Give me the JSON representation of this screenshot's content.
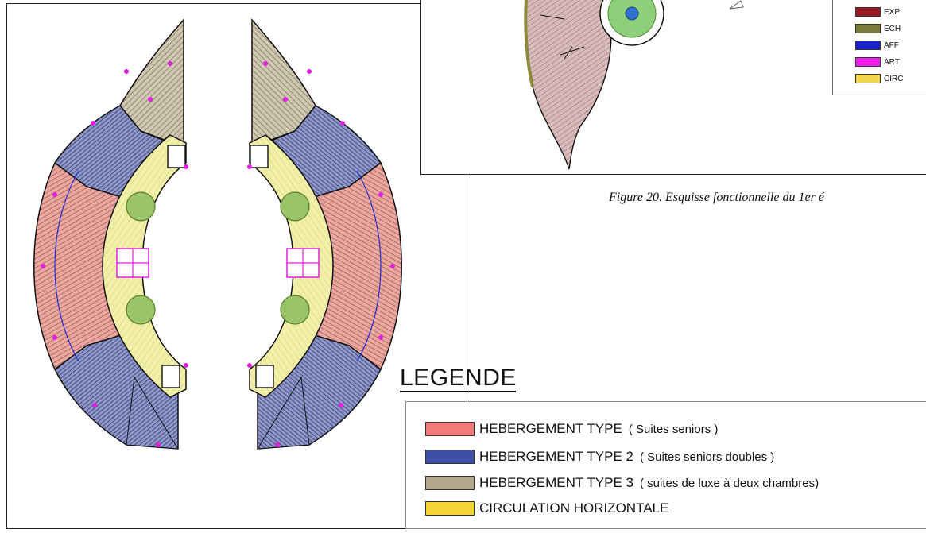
{
  "caption": "Figure 20. Esquisse fonctionnelle du 1er é",
  "legend": {
    "title": "LEGENDE",
    "items": [
      {
        "label": "HEBERGEMENT TYPE",
        "sub": "( Suites seniors )",
        "color": "#ef7b7b"
      },
      {
        "label": "HEBERGEMENT TYPE 2",
        "sub": "( Suites seniors doubles )",
        "color": "#3f4fa6"
      },
      {
        "label": "HEBERGEMENT TYPE 3",
        "sub": "( suites de luxe à deux chambres)",
        "color": "#b4a88a"
      },
      {
        "label": "CIRCULATION HORIZONTALE",
        "sub": "",
        "color": "#f5d63a"
      }
    ]
  },
  "mini_legend": {
    "items": [
      {
        "label": "EXP",
        "color": "#9b1c22"
      },
      {
        "label": "ECH",
        "color": "#7a7a3a"
      },
      {
        "label": "AFF",
        "color": "#1722c8"
      },
      {
        "label": "ART",
        "color": "#f21ef2"
      },
      {
        "label": "CIRC",
        "color": "#f3d44a"
      }
    ]
  },
  "colors": {
    "type1": "#e8a9a3",
    "type1_hatch": "#b3524b",
    "type2": "#8f98c8",
    "type2_hatch": "#2e356e",
    "type3": "#cfc7b0",
    "type3_hatch": "#6f6652",
    "circulation": "#f2f0a8",
    "garden": "#7fb84a",
    "accent": "#e01fe0",
    "stroke": "#111111"
  }
}
